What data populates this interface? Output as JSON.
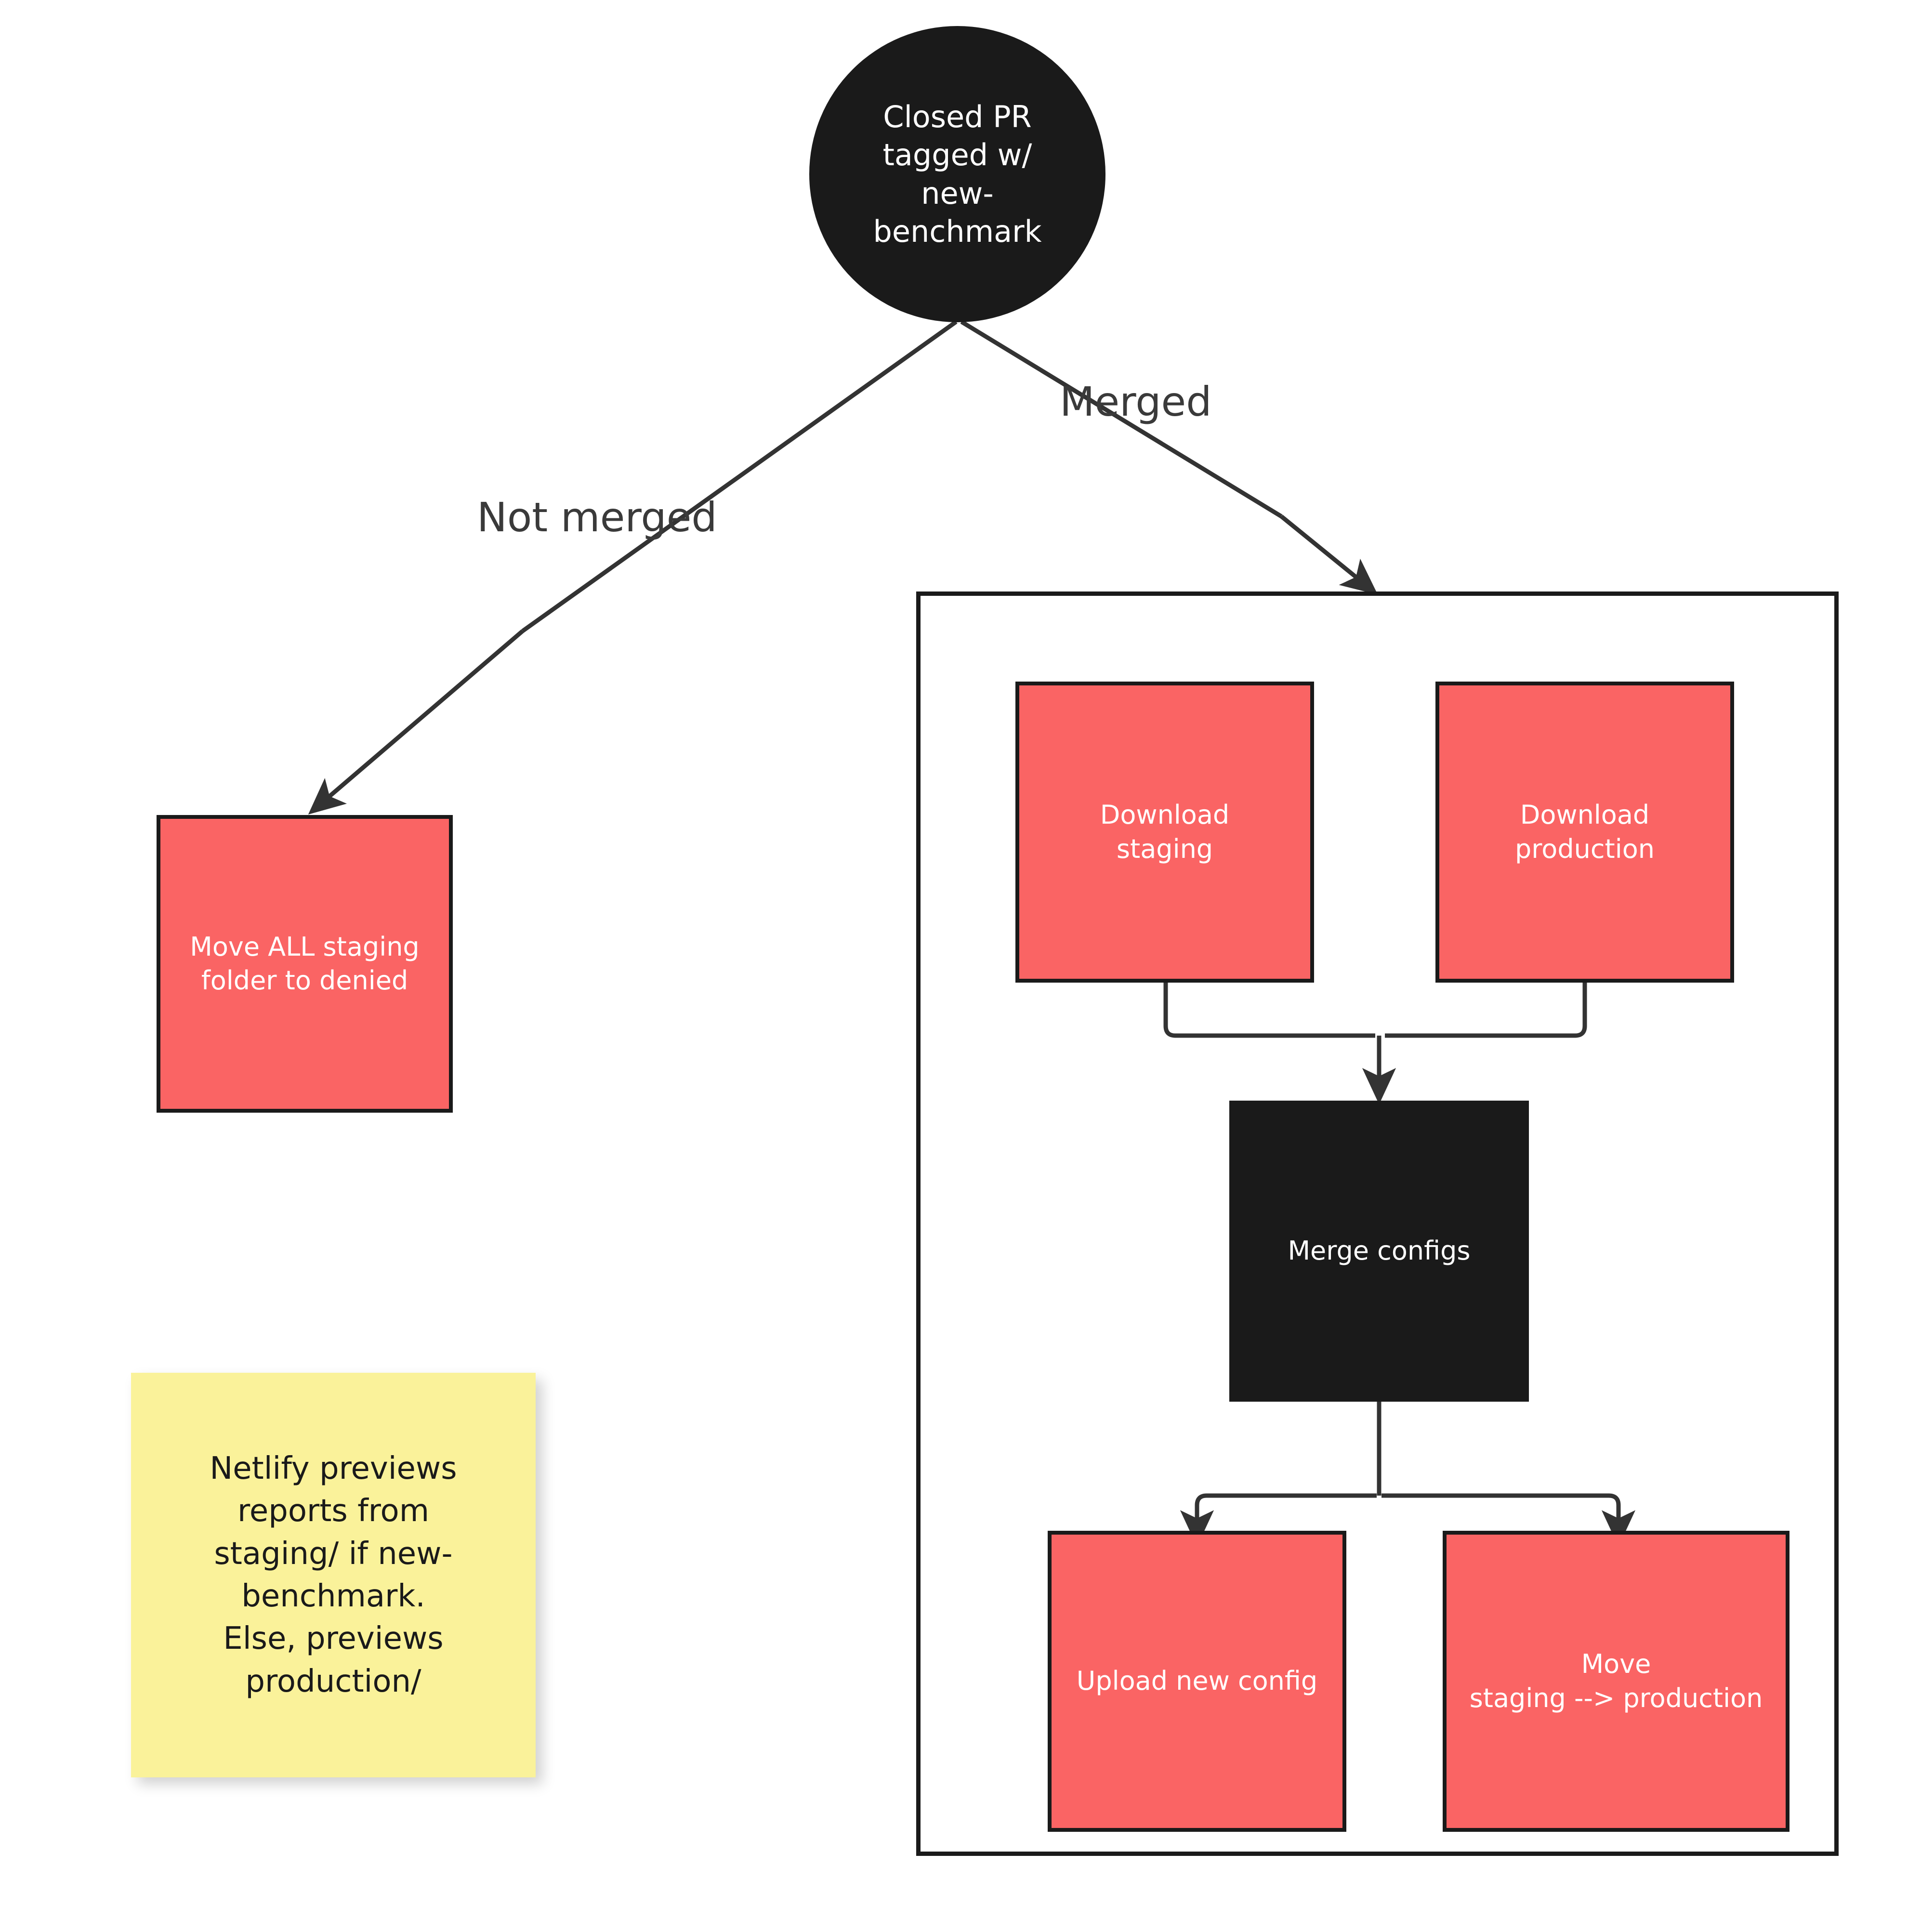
{
  "diagram": {
    "title": "Closed PR new-benchmark workflow",
    "colors": {
      "node_red": "#FA6464",
      "node_black": "#1A1A1A",
      "sticky_yellow": "#FAF29A",
      "edge_stroke": "#333333",
      "text_light": "#FFFFFF",
      "background": "#FFFFFF"
    },
    "start_node": {
      "label": "Closed PR\ntagged w/\nnew-\nbenchmark",
      "shape": "circle"
    },
    "edge_labels": {
      "not_merged": "Not merged",
      "merged": "Merged"
    },
    "not_merged_node": {
      "label": "Move ALL staging\nfolder to denied",
      "shape": "rectangle"
    },
    "merged_group": {
      "nodes": [
        {
          "id": "download-staging",
          "label": "Download\nstaging",
          "shape": "rectangle",
          "style": "red"
        },
        {
          "id": "download-production",
          "label": "Download\nproduction",
          "shape": "rectangle",
          "style": "red"
        },
        {
          "id": "merge-configs",
          "label": "Merge configs",
          "shape": "rectangle",
          "style": "black"
        },
        {
          "id": "upload-new-config",
          "label": "Upload new config",
          "shape": "rectangle",
          "style": "red"
        },
        {
          "id": "move-staging-production",
          "label": "Move\nstaging --> production",
          "shape": "rectangle",
          "style": "red"
        }
      ]
    },
    "sticky_note": {
      "label": "Netlify previews\nreports from\nstaging/ if new-\nbenchmark.\nElse, previews\nproduction/"
    }
  }
}
